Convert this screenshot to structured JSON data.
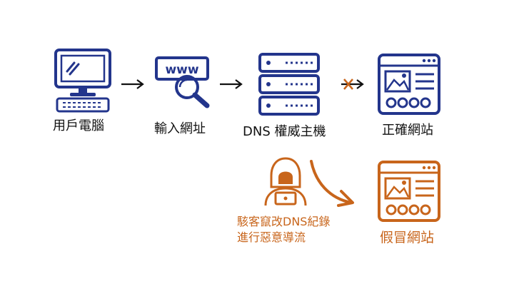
{
  "nodes": {
    "computer": {
      "label": "用戶電腦",
      "icon": "desktop-computer-icon"
    },
    "input_url": {
      "label": "輸入網址",
      "icon": "www-search-icon"
    },
    "dns_server": {
      "label": "DNS 權威主機",
      "icon": "server-rack-icon"
    },
    "correct_site": {
      "label": "正確網站",
      "icon": "website-icon"
    },
    "fake_site": {
      "label": "假冒網站",
      "icon": "website-icon"
    }
  },
  "hacker": {
    "icon": "hacker-icon",
    "line1": "駭客竄改DNS紀錄",
    "line2": "進行惡意導流"
  },
  "colors": {
    "primary": "#23358c",
    "attack": "#c8651b",
    "arrow": "#111111"
  }
}
